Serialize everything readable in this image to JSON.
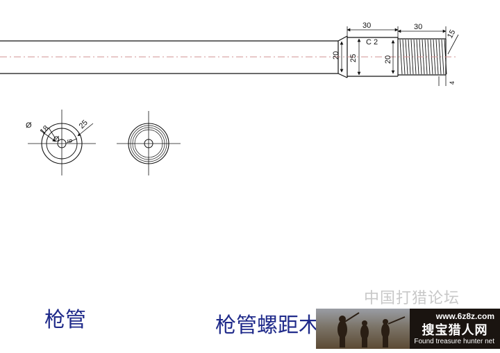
{
  "barrel_dimensions": {
    "length_collar": "30",
    "length_thread": "30",
    "chamfer": "C 2",
    "collar_dia": "20",
    "shank_dia": "25",
    "thread_dia": "20",
    "thread_angle": "15",
    "relief": "4"
  },
  "section_dimensions": {
    "bore_symbol": "Ø",
    "outer_dia": "25",
    "ring_dia": "18",
    "bore": "6"
  },
  "captions": {
    "barrel": "枪管",
    "rifling": "枪管螺距木"
  },
  "watermark": "中国打猎论坛",
  "banner": {
    "url": "www.6z8z.com",
    "brand": "搜宝猎人网",
    "subtitle": "Found treasure hunter net"
  },
  "colors": {
    "line": "#111111",
    "centerline": "#d09090",
    "caption": "#1f2a8a"
  }
}
